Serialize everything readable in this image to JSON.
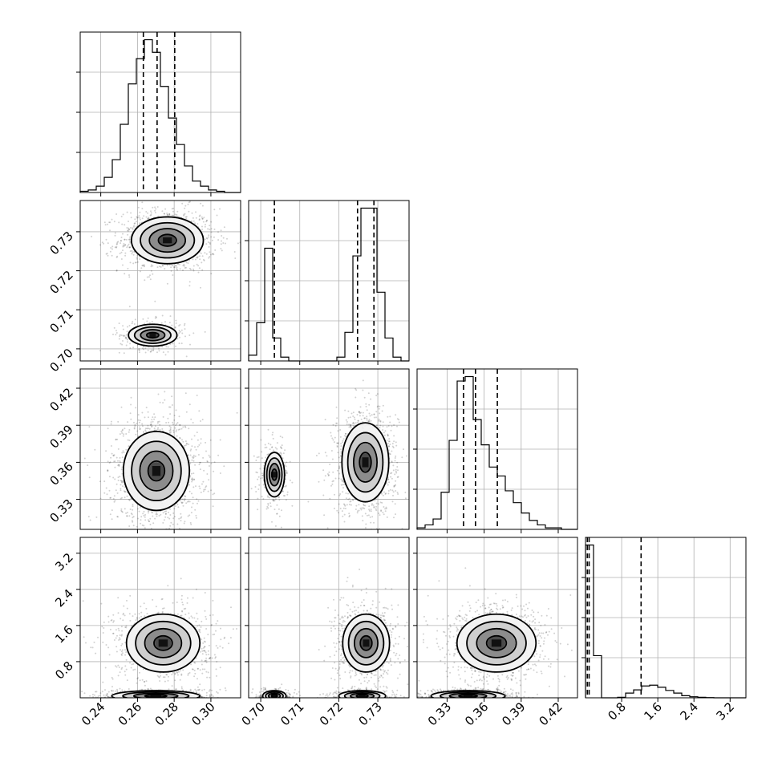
{
  "chart_data": {
    "type": "corner",
    "grid": true,
    "params": [
      {
        "ticks": [
          0.24,
          0.26,
          0.28,
          0.3
        ],
        "tick_labels": [
          "0.24",
          "0.26",
          "0.28",
          "0.30"
        ],
        "range": [
          0.2288,
          0.3162
        ],
        "quantiles": [
          0.2632,
          0.2707,
          0.2803
        ]
      },
      {
        "ticks": [
          0.7,
          0.71,
          0.72,
          0.73
        ],
        "tick_labels": [
          "0.70",
          "0.71",
          "0.72",
          "0.73"
        ],
        "range": [
          0.6969,
          0.738
        ],
        "quantiles": [
          0.7035,
          0.7248,
          0.729
        ]
      },
      {
        "ticks": [
          0.33,
          0.36,
          0.39,
          0.42
        ],
        "tick_labels": [
          "0.33",
          "0.36",
          "0.39",
          "0.42"
        ],
        "range": [
          0.3057,
          0.4356
        ],
        "quantiles": [
          0.3433,
          0.353,
          0.3707
        ]
      },
      {
        "ticks": [
          0.8,
          1.6,
          2.4,
          3.2
        ],
        "tick_labels": [
          "0.8",
          "1.6",
          "2.4",
          "3.2"
        ],
        "range": [
          0.0,
          3.55
        ],
        "quantiles": [
          0.04,
          0.08,
          1.23
        ]
      }
    ],
    "histograms": [
      {
        "edges_count": 20,
        "counts": [
          1,
          2,
          5,
          12,
          26,
          54,
          86,
          106,
          121,
          111,
          84,
          59,
          38,
          21,
          9,
          5,
          2,
          1,
          0,
          0
        ]
      },
      {
        "edges_count": 20,
        "counts": [
          3,
          20,
          59,
          12,
          2,
          0,
          0,
          0,
          0,
          0,
          0,
          2,
          15,
          55,
          80,
          80,
          36,
          12,
          2,
          0
        ]
      },
      {
        "edges_count": 20,
        "counts": [
          1,
          3,
          7,
          25,
          60,
          100,
          103,
          74,
          57,
          42,
          36,
          26,
          18,
          11,
          6,
          3,
          1,
          1,
          0,
          0
        ]
      },
      {
        "edges_count": 20,
        "counts": [
          580,
          160,
          0,
          0,
          2,
          18,
          30,
          45,
          48,
          40,
          28,
          18,
          8,
          4,
          2,
          1,
          0,
          0,
          0,
          0
        ]
      }
    ],
    "pairs": [
      {
        "i": 1,
        "j": 0,
        "modes": [
          {
            "cx": 0.2763,
            "cy": 0.7278,
            "sx": 0.0098,
            "sy": 0.003,
            "w": 0.75
          },
          {
            "cx": 0.2683,
            "cy": 0.7035,
            "sx": 0.0066,
            "sy": 0.0014,
            "w": 0.25
          }
        ]
      },
      {
        "i": 2,
        "j": 0,
        "modes": [
          {
            "cx": 0.2703,
            "cy": 0.353,
            "sx": 0.009,
            "sy": 0.016,
            "w": 1.0
          }
        ]
      },
      {
        "i": 2,
        "j": 1,
        "modes": [
          {
            "cx": 0.7035,
            "cy": 0.35,
            "sx": 0.0013,
            "sy": 0.009,
            "w": 0.25
          },
          {
            "cx": 0.7268,
            "cy": 0.36,
            "sx": 0.003,
            "sy": 0.016,
            "w": 0.75
          }
        ]
      },
      {
        "i": 3,
        "j": 0,
        "modes": [
          {
            "cx": 0.274,
            "cy": 1.21,
            "sx": 0.01,
            "sy": 0.32,
            "w": 0.65
          },
          {
            "cx": 0.27,
            "cy": 0.04,
            "sx": 0.012,
            "sy": 0.06,
            "w": 0.35
          }
        ]
      },
      {
        "i": 3,
        "j": 1,
        "modes": [
          {
            "cx": 0.727,
            "cy": 1.21,
            "sx": 0.003,
            "sy": 0.32,
            "w": 0.55
          },
          {
            "cx": 0.7035,
            "cy": 0.04,
            "sx": 0.0015,
            "sy": 0.06,
            "w": 0.18
          },
          {
            "cx": 0.726,
            "cy": 0.04,
            "sx": 0.003,
            "sy": 0.06,
            "w": 0.27
          }
        ]
      },
      {
        "i": 3,
        "j": 2,
        "modes": [
          {
            "cx": 0.37,
            "cy": 1.21,
            "sx": 0.016,
            "sy": 0.32,
            "w": 0.65
          },
          {
            "cx": 0.347,
            "cy": 0.04,
            "sx": 0.015,
            "sy": 0.06,
            "w": 0.35
          }
        ]
      }
    ]
  }
}
